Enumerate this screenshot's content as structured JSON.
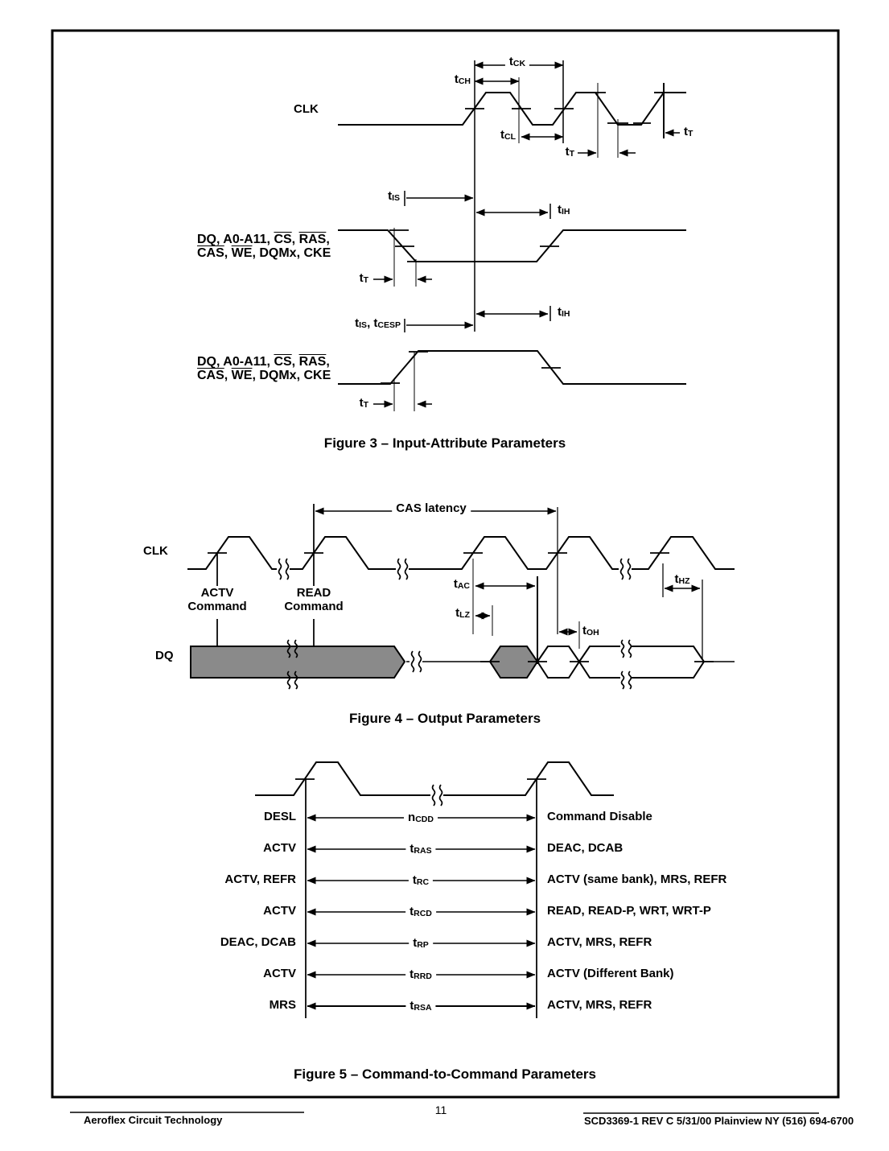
{
  "figure3": {
    "caption": "Figure 3  –  Input-Attribute Parameters",
    "clk_label": "CLK",
    "bus": {
      "p1": "DQ, A0-A11, ",
      "p2": "CS",
      "p3": ", ",
      "p4": "RAS",
      "p5": ",",
      "p6": "CAS",
      "p7": ", ",
      "p8": "WE",
      "p9": ", DQMx, CKE"
    },
    "t": {
      "tck": {
        "b": "t",
        "s": "CK"
      },
      "tch": {
        "b": "t",
        "s": "CH"
      },
      "tcl": {
        "b": "t",
        "s": "CL"
      },
      "tt": {
        "b": "t",
        "s": "T"
      },
      "tis": {
        "b": "t",
        "s": "IS"
      },
      "tih": {
        "b": "t",
        "s": "IH"
      },
      "tis_tcesp": {
        "b1": "t",
        "s1": "IS",
        "b2": ", t",
        "s2": "CESP"
      }
    }
  },
  "figure4": {
    "caption": "Figure 4  –  Output Parameters",
    "clk_label": "CLK",
    "dq_label": "DQ",
    "cas_latency": "CAS latency",
    "actv_line1": "ACTV",
    "actv_line2": "Command",
    "read_line1": "READ",
    "read_line2": "Command",
    "t": {
      "tac": {
        "b": "t",
        "s": "AC"
      },
      "tlz": {
        "b": "t",
        "s": "LZ"
      },
      "toh": {
        "b": "t",
        "s": "OH"
      },
      "thz": {
        "b": "t",
        "s": "HZ"
      }
    }
  },
  "figure5": {
    "caption": "Figure 5  –  Command-to-Command Parameters",
    "rows": [
      {
        "from": "DESL",
        "pb": "n",
        "ps": "CDD",
        "to": "Command Disable"
      },
      {
        "from": "ACTV",
        "pb": "t",
        "ps": "RAS",
        "to": "DEAC, DCAB"
      },
      {
        "from": "ACTV, REFR",
        "pb": "t",
        "ps": "RC",
        "to": "ACTV (same bank), MRS, REFR"
      },
      {
        "from": "ACTV",
        "pb": "t",
        "ps": "RCD",
        "to": "READ, READ-P, WRT, WRT-P"
      },
      {
        "from": "DEAC, DCAB",
        "pb": "t",
        "ps": "RP",
        "to": "ACTV, MRS, REFR"
      },
      {
        "from": "ACTV",
        "pb": "t",
        "ps": "RRD",
        "to": "ACTV (Different Bank)"
      },
      {
        "from": "MRS",
        "pb": "t",
        "ps": "RSA",
        "to": "ACTV, MRS, REFR"
      }
    ]
  },
  "footer": {
    "company": "Aeroflex Circuit Technology",
    "page_number": "11",
    "docref": "SCD3369-1 REV C  5/31/00 Plainview NY (516) 694-6700"
  },
  "colors": {
    "ink": "#000000",
    "bus_fill": "#8a8a8a"
  }
}
